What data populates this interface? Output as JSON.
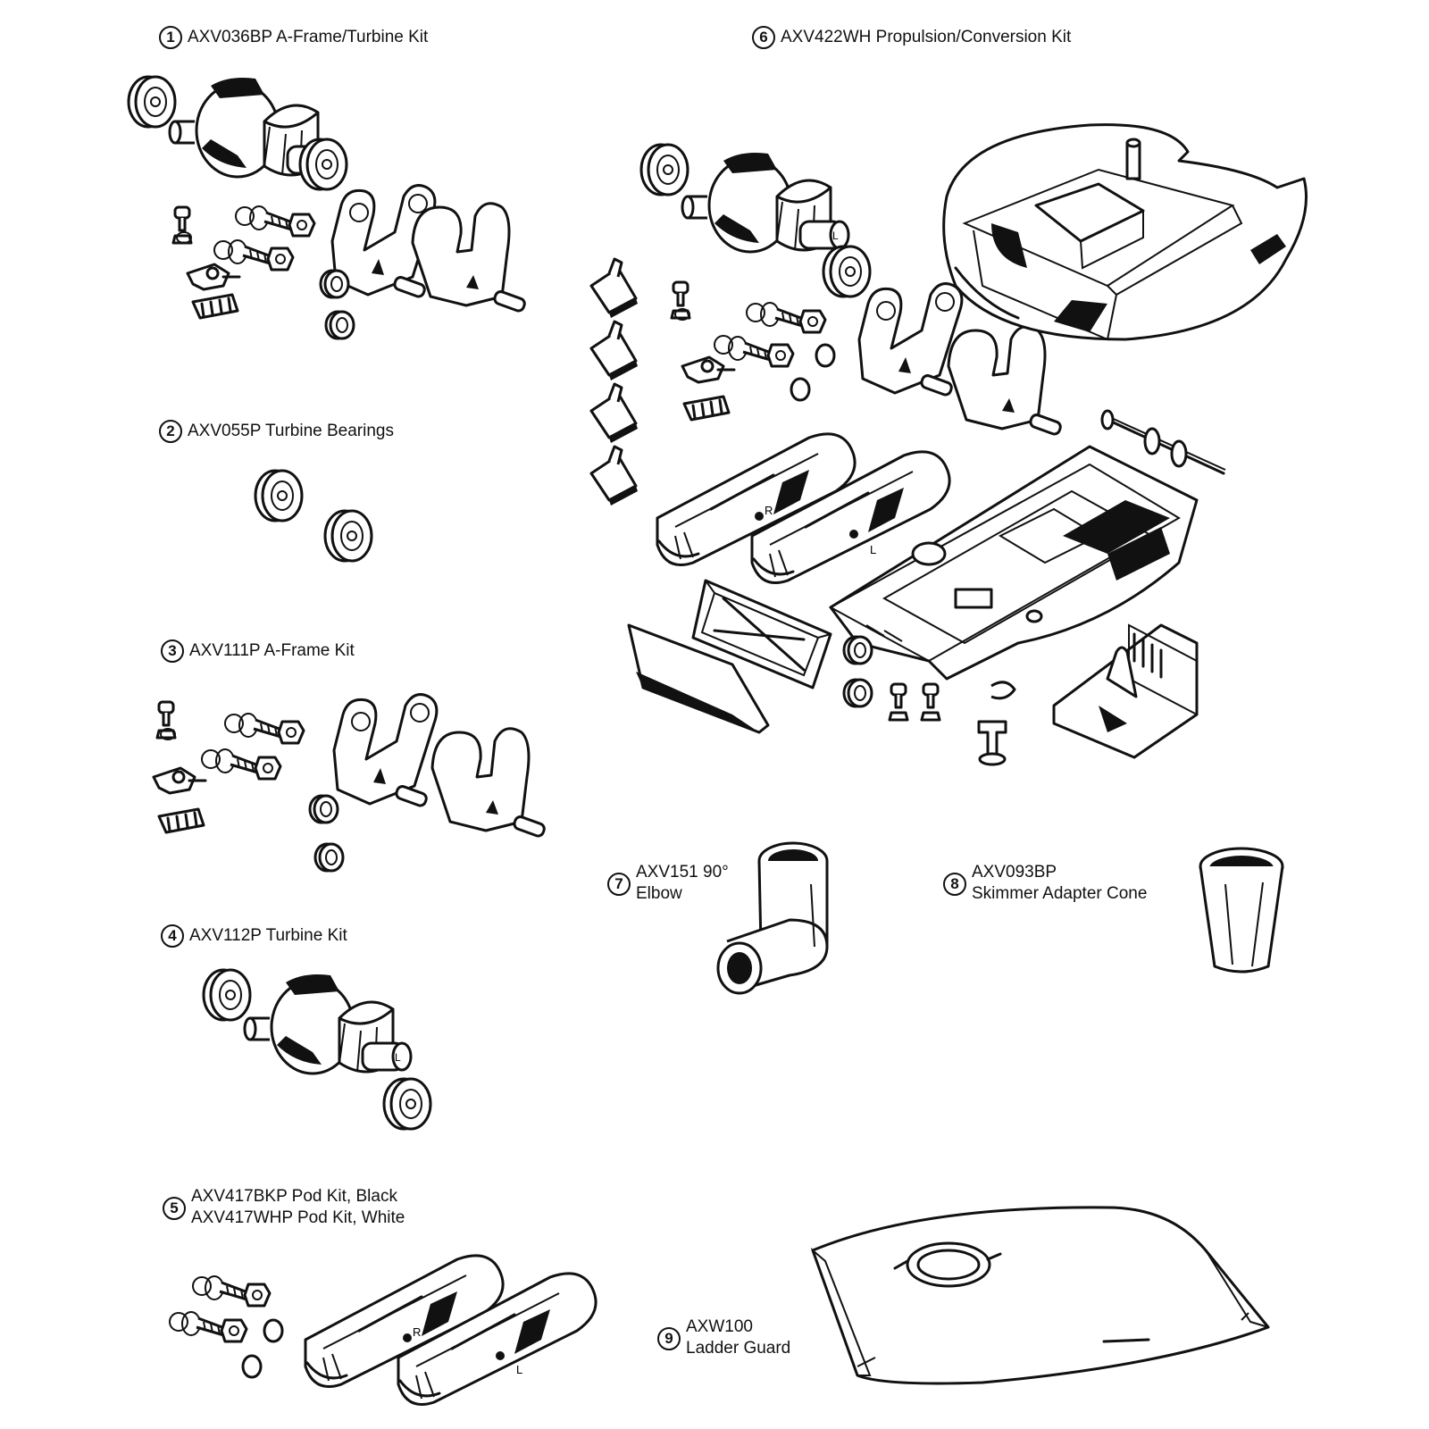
{
  "kits": [
    {
      "num": "1",
      "lines": [
        "AXV036BP A-Frame/Turbine Kit"
      ]
    },
    {
      "num": "2",
      "lines": [
        "AXV055P Turbine Bearings"
      ]
    },
    {
      "num": "3",
      "lines": [
        "AXV111P A-Frame Kit"
      ]
    },
    {
      "num": "4",
      "lines": [
        "AXV112P Turbine Kit"
      ]
    },
    {
      "num": "5",
      "lines": [
        "AXV417BKP Pod Kit, Black",
        "AXV417WHP Pod Kit, White"
      ]
    },
    {
      "num": "6",
      "lines": [
        "AXV422WH Propulsion/Conversion Kit"
      ]
    },
    {
      "num": "7",
      "lines": [
        "AXV151 90°",
        "Elbow"
      ]
    },
    {
      "num": "8",
      "lines": [
        "AXV093BP",
        "Skimmer Adapter Cone"
      ]
    },
    {
      "num": "9",
      "lines": [
        "AXW100",
        "Ladder Guard"
      ]
    }
  ],
  "pod_letters": {
    "right": "R",
    "left": "L"
  }
}
